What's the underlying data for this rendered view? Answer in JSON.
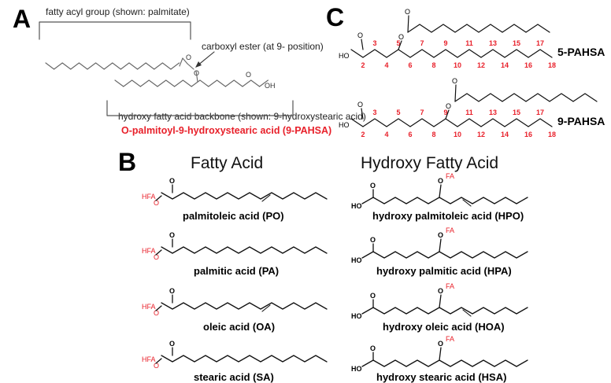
{
  "panels": {
    "A": "A",
    "B": "B",
    "C": "C"
  },
  "panel_a": {
    "fatty_acyl": "fatty acyl group (shown: palmitate)",
    "carboxyl_ester": "carboxyl ester (at 9- position)",
    "backbone": "hydroxy fatty acid backbone (shown: 9-hydroxystearic acid)",
    "compound_name": "O-palmitoyl-9-hydroxystearic acid (9-PAHSA)",
    "atom_o": "O",
    "atom_oh": "OH"
  },
  "panel_b": {
    "heading_fa": "Fatty Acid",
    "heading_hfa": "Hydroxy Fatty Acid",
    "hfa_tag": "HFA",
    "fa_tag": "FA",
    "atom_o": "O",
    "atom_ho": "HO",
    "fatty_acids": [
      "palmitoleic acid (PO)",
      "palmitic acid (PA)",
      "oleic acid (OA)",
      "stearic acid (SA)"
    ],
    "hydroxy_fatty_acids": [
      "hydroxy palmitoleic acid (HPO)",
      "hydroxy palmitic acid (HPA)",
      "hydroxy oleic acid (HOA)",
      "hydroxy stearic acid (HSA)"
    ]
  },
  "panel_c": {
    "compounds": [
      "5-PAHSA",
      "9-PAHSA"
    ],
    "atom_ho": "HO",
    "atom_o": "O",
    "carbons_5": [
      "2",
      "3",
      "4",
      "5",
      "6",
      "7",
      "8",
      "9",
      "10",
      "11",
      "12",
      "13",
      "14",
      "15",
      "16",
      "17",
      "18"
    ],
    "carbons_9": [
      "2",
      "3",
      "4",
      "5",
      "6",
      "7",
      "8",
      "9",
      "10",
      "11",
      "12",
      "13",
      "14",
      "15",
      "16",
      "17",
      "18"
    ]
  },
  "colors": {
    "accent_red": "#e8202a",
    "text": "#000000",
    "bond": "#111111"
  }
}
